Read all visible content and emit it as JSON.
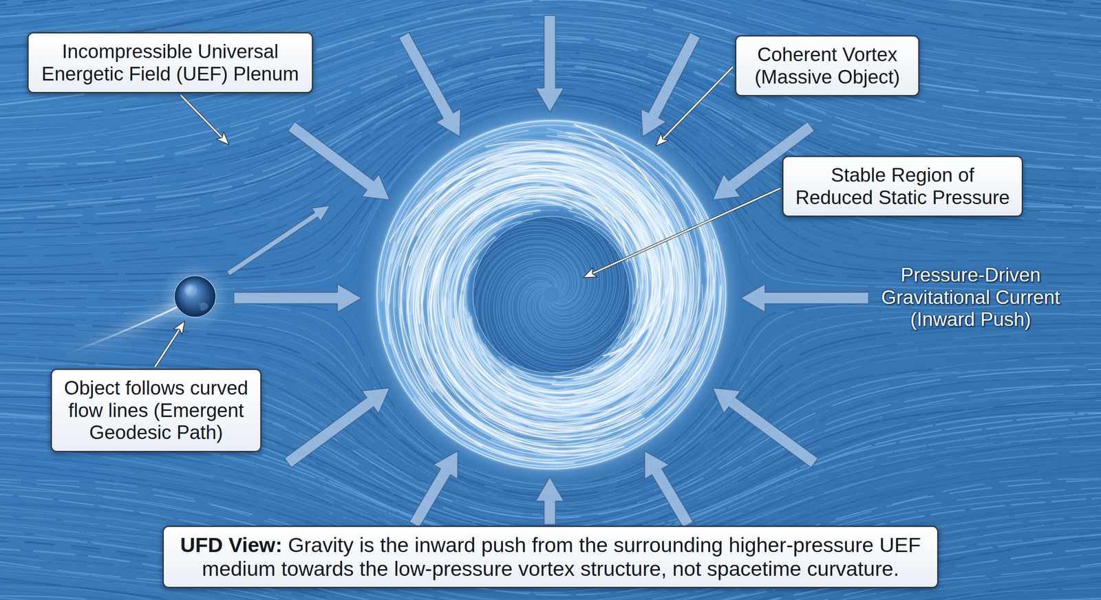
{
  "diagram": {
    "nodes": [
      {
        "text": [
          "Incompressible Universal Energetic Field (UEF) Plenum"
        ]
      },
      {
        "text": [
          "Coherent Vortex (Massive Object)"
        ]
      },
      {
        "text": [
          "Stable Region of Reduced Static Pressure"
        ]
      },
      {
        "text": [
          "Object follows curved flow lines (Emergent Geodesic Path)"
        ]
      },
      {
        "text": [
          "UFD View:",
          "Gravity is the inward push from the surrounding higher-pressure UEF medium towards the low-pressure vortex structure, not spacetime curvature."
        ]
      }
    ],
    "labels": [
      "Pressure-Driven Gravitational Current (Inward Push)"
    ]
  }
}
